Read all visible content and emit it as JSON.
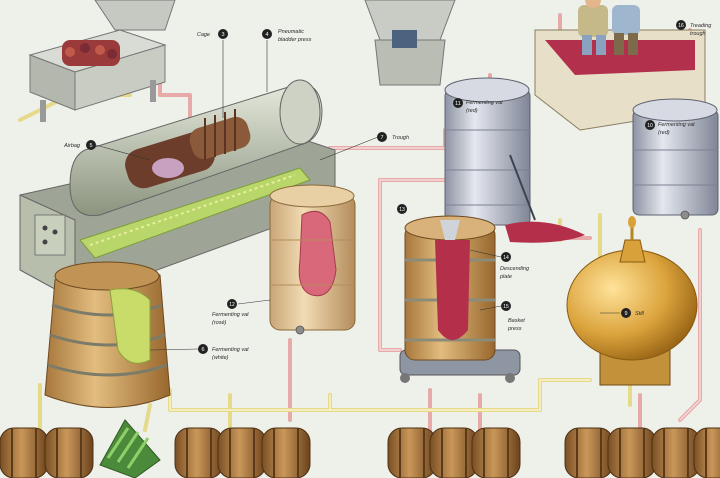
{
  "labels": {
    "cage": "Cage",
    "pneumatic_press_1": "Pneumatic",
    "pneumatic_press_2": "bladder press",
    "airbag": "Airbag",
    "trough_1": "Trough",
    "fermenting_vat_top_1": "Fermenting vat",
    "fermenting_vat_top_2": "(red)",
    "treading_trough_1": "Treading",
    "treading_trough_2": "trough",
    "fermenting_vat_right_1": "Fermenting vat",
    "fermenting_vat_right_2": "(red)",
    "fermenting_vat_rose_1": "Fermenting vat",
    "fermenting_vat_rose_2": "(rosé)",
    "fermenting_vat_white_1": "Fermenting vat",
    "fermenting_vat_white_2": "(white)",
    "descending_plate_1": "Descending",
    "descending_plate_2": "plate",
    "basket_press_1": "Basket",
    "basket_press_2": "press",
    "still": "Still"
  },
  "markers": {
    "cage": "3",
    "pneumatic_press": "4",
    "airbag": "5",
    "trough": "7",
    "fermenting_vat_top": "11",
    "treading_trough": "16",
    "fermenting_vat_right": "10",
    "fermenting_vat_rose": "12",
    "fermenting_vat_white": "6",
    "descending_plate": "14",
    "basket_press": "15",
    "still": "9",
    "pipe_marker": "13"
  },
  "colors": {
    "pipe_pink": "#e8a9a9",
    "pipe_yellow": "#e5d98a",
    "steel": "#b5b9c4",
    "wood": "#c89a56",
    "wine_red": "#b4304a",
    "grape_green": "#b9d66a",
    "copper": "#d9a13a"
  }
}
